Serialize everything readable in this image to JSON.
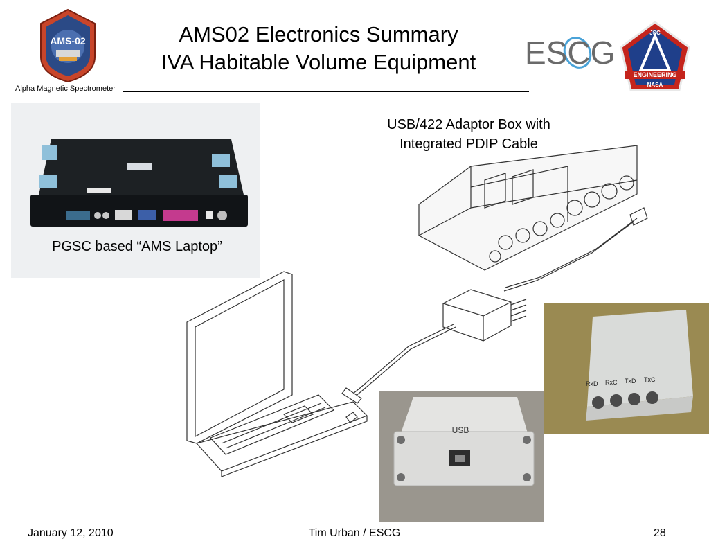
{
  "header": {
    "title_line1": "AMS02 Electronics Summary",
    "title_line2": "IVA Habitable Volume Equipment",
    "org_label": "Alpha Magnetic Spectrometer",
    "ams_logo_text": "AMS-02",
    "escg_logo_text": "ESCG",
    "jsc_logo_top": "JSC",
    "jsc_logo_band": "ENGINEERING",
    "jsc_logo_bottom": "NASA"
  },
  "figures": {
    "laptop_caption": "PGSC based “AMS Laptop”",
    "adaptor_caption_line1": "USB/422 Adaptor Box with",
    "adaptor_caption_line2": "Integrated PDIP Cable",
    "box_port_labels": [
      "RxD",
      "RxC",
      "TxD",
      "TxC"
    ],
    "usb_label": "USB"
  },
  "footer": {
    "date": "January 12, 2010",
    "author": "Tim Urban / ESCG",
    "page": "28"
  }
}
